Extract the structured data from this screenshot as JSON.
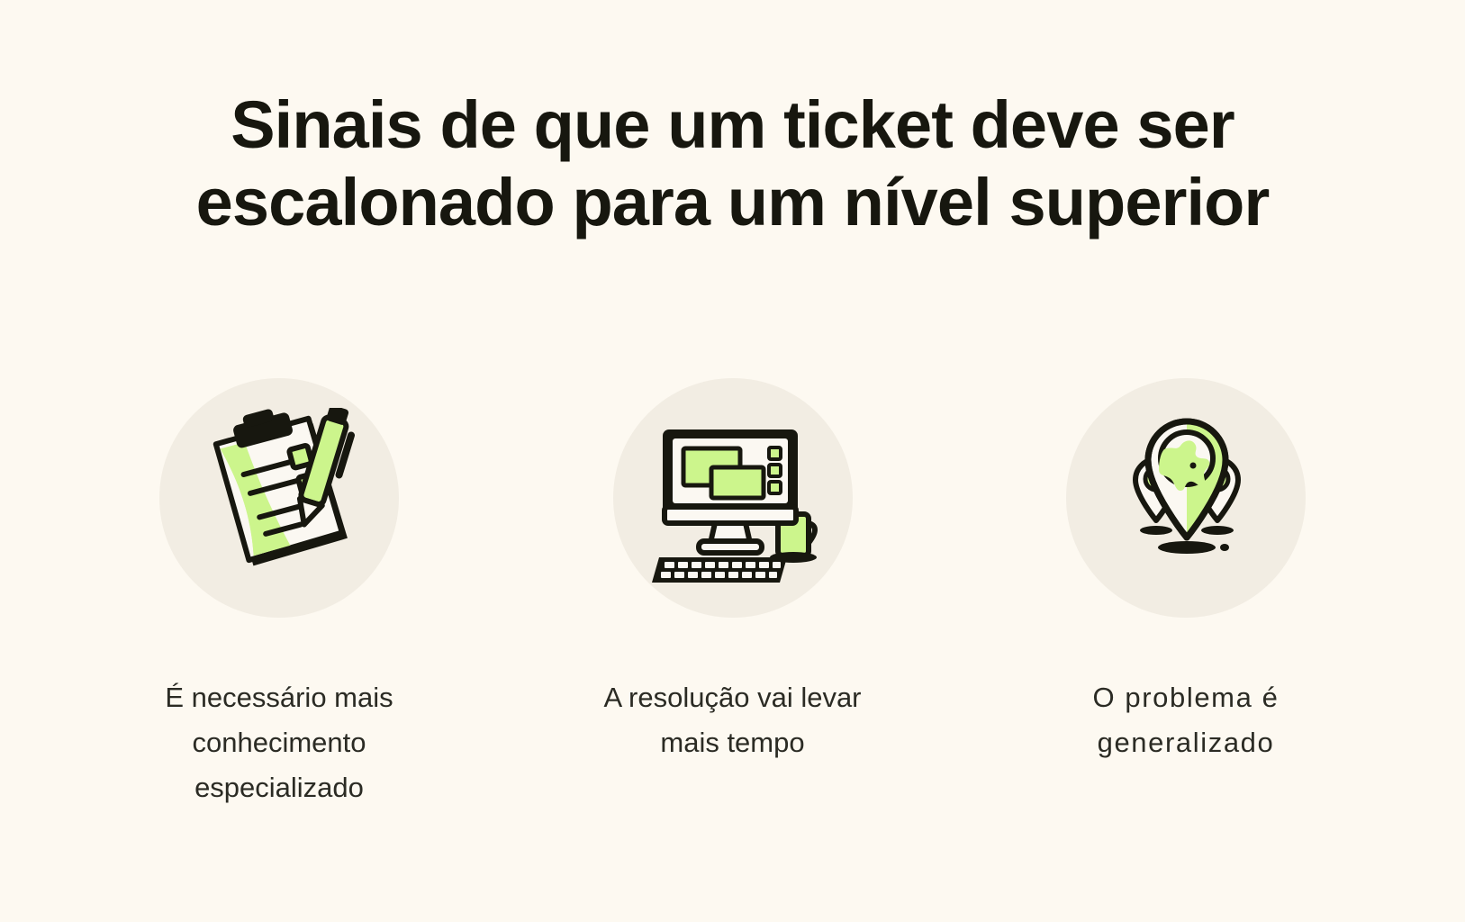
{
  "slide": {
    "background_color": "#FDF9F1",
    "accent_green": "#CCF58C",
    "ink_color": "#17170F",
    "circle_color": "#F2EDE3"
  },
  "title": {
    "lines": [
      "Sinais de que um ticket deve ser",
      "escalonado para um nível superior"
    ],
    "full_text": "Sinais de que um ticket deve ser escalonado para um nível superior"
  },
  "columns": [
    {
      "icon_name": "clipboard-checklist-pen-icon",
      "caption_lines": [
        "É necessário mais",
        "conhecimento",
        "especializado"
      ],
      "caption_text": "É necessário mais conhecimento especializado"
    },
    {
      "icon_name": "desktop-computer-mug-icon",
      "caption_lines": [
        "A resolução vai levar",
        "mais tempo"
      ],
      "caption_text": "A resolução vai levar mais tempo"
    },
    {
      "icon_name": "map-pins-globe-icon",
      "caption_lines": [
        "O problema é",
        "generalizado"
      ],
      "caption_text": "O problema é generalizado"
    }
  ]
}
